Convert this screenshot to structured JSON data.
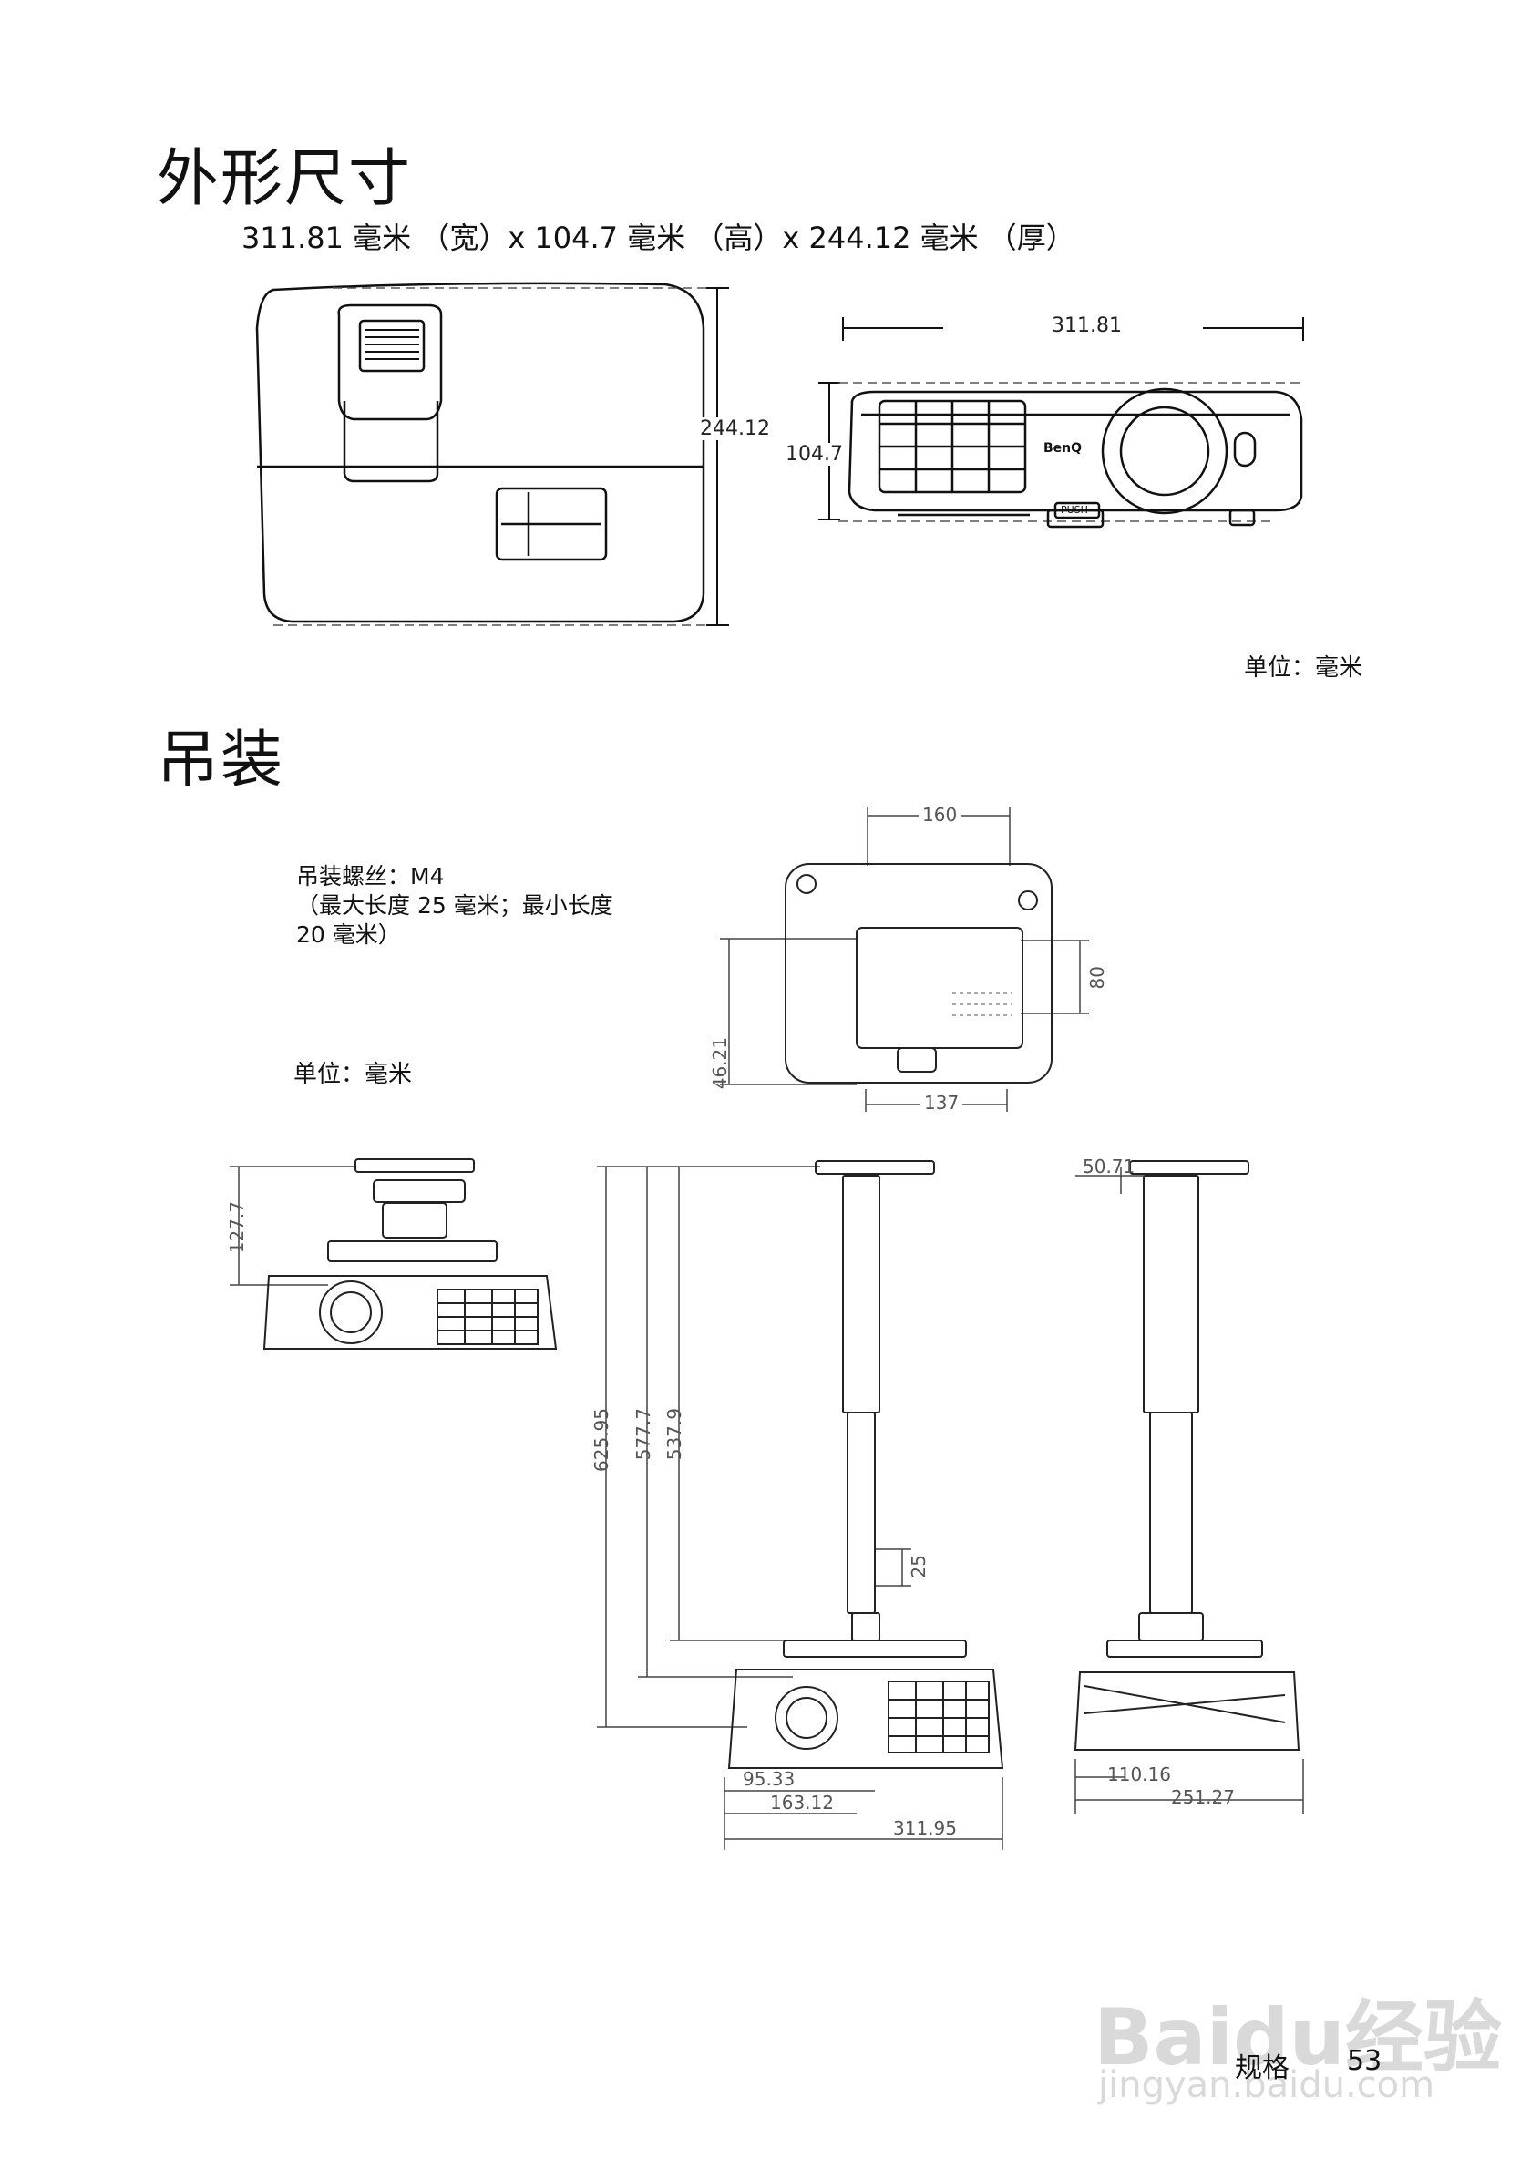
{
  "section1": {
    "title": "外形尺寸",
    "dimensions_line": "311.81 毫米 （宽）x 104.7 毫米 （高）x 244.12 毫米 （厚）",
    "top_view_depth": "244.12",
    "front_view_width": "311.81",
    "front_view_height": "104.7",
    "brand_logo": "BenQ",
    "push_label": "PUSH",
    "unit_label": "单位：毫米"
  },
  "section2": {
    "title": "吊装",
    "screw_note_line1": "吊装螺丝：M4",
    "screw_note_line2": "（最大长度 25 毫米；最小长度",
    "screw_note_line3": "20 毫米）",
    "unit_label": "单位：毫米",
    "bottom_dims": {
      "d160": "160",
      "d80": "80",
      "d46_21": "46.21",
      "d137": "137"
    },
    "front_mount": {
      "d127_7": "127.7"
    },
    "side_extended": {
      "d625_95": "625.95",
      "d577_7": "577.7",
      "d537_9": "537.9",
      "d25": "25",
      "d95_33": "95.33",
      "d163_12": "163.12",
      "d311_95": "311.95"
    },
    "rear_extended": {
      "d50_71": "50.71",
      "d110_16": "110.16",
      "d251_27": "251.27"
    }
  },
  "footer": {
    "section_name": "规格",
    "page_number": "53"
  },
  "watermark": {
    "line1": "Baidu经验",
    "line2": "jingyan.baidu.com"
  }
}
